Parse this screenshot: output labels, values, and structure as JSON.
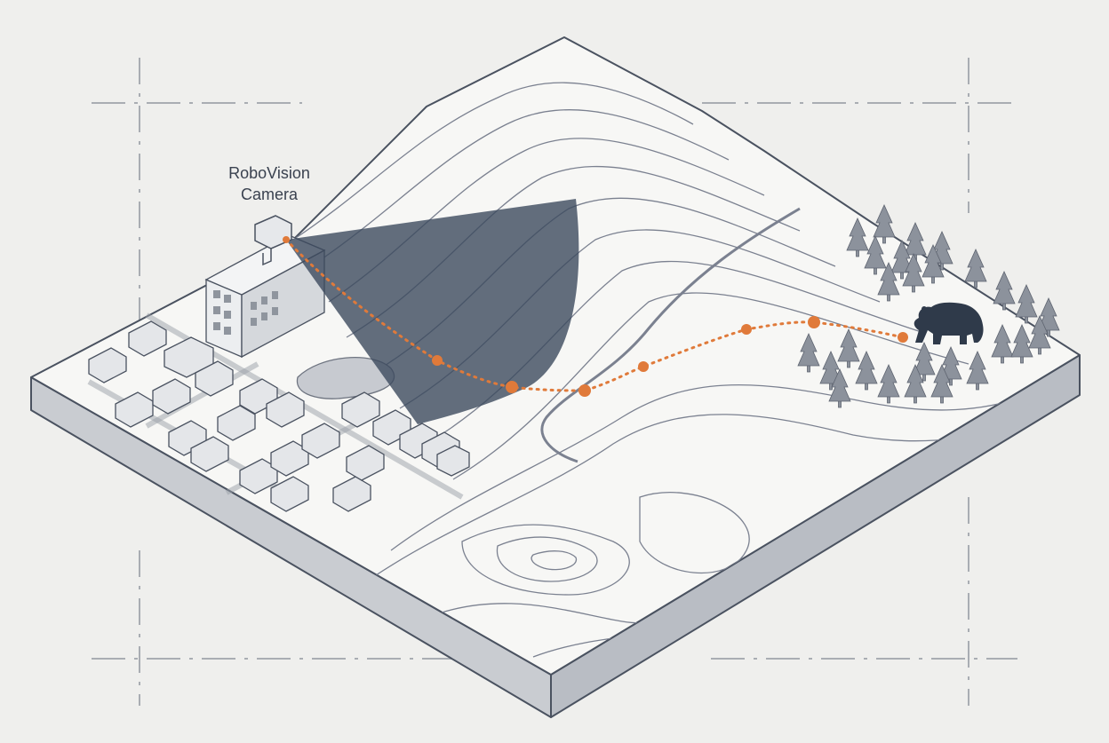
{
  "camera": {
    "label_line1": "RoboVision",
    "label_line2": "Camera"
  },
  "colors": {
    "background": "#efefed",
    "terrain_top": "#f7f7f5",
    "terrain_side": "#c9ccd1",
    "outline": "#4a5260",
    "contour": "#7b8190",
    "view_cone": "#3c4a5e",
    "track": "#e07a3a",
    "tree": "#8c929c",
    "bear": "#2f3a4a"
  },
  "icons": [
    "camera-icon",
    "bear-icon",
    "tree-icon",
    "building-icon",
    "house-icon"
  ],
  "track": {
    "waypoint_count": 8
  }
}
